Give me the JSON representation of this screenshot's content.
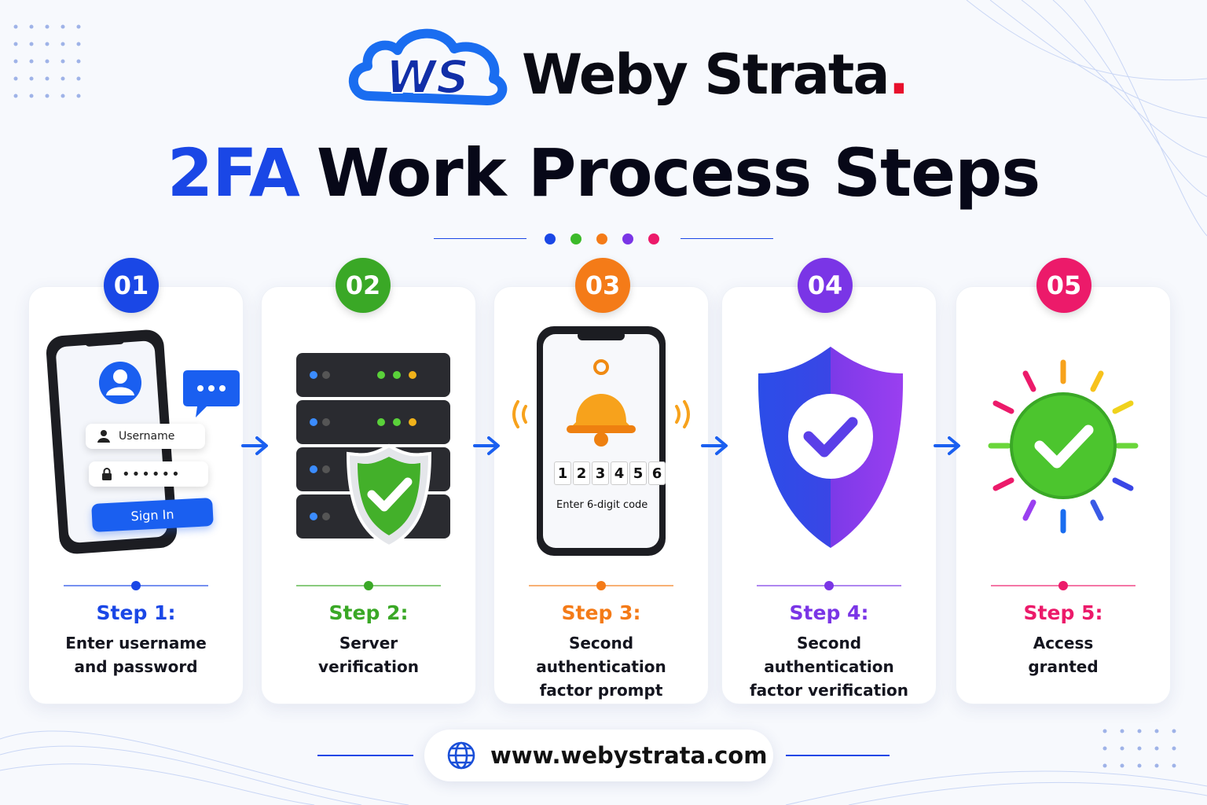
{
  "brand": {
    "logo_text": "WS",
    "name": "Weby Strata",
    "dot": "."
  },
  "title": {
    "accent": "2FA",
    "rest": "Work Process Steps"
  },
  "divider_dots": [
    "#1a47e6",
    "#3cba2a",
    "#f47b18",
    "#7a35e6",
    "#ec1a6a"
  ],
  "steps": [
    {
      "badge": "01",
      "title": "Step 1:",
      "desc": [
        "Enter username",
        "and password"
      ],
      "color": "#1a47e6",
      "icon": "phone-login-icon",
      "mock": {
        "username": "Username",
        "password": "••••••",
        "button": "Sign In"
      }
    },
    {
      "badge": "02",
      "title": "Step 2:",
      "desc": [
        "Server",
        "verification"
      ],
      "color": "#3aa826",
      "icon": "server-shield-icon"
    },
    {
      "badge": "03",
      "title": "Step 3:",
      "desc": [
        "Second authentication",
        "factor prompt"
      ],
      "color": "#f47b18",
      "icon": "phone-bell-icon",
      "mock": {
        "digits": [
          "1",
          "2",
          "3",
          "4",
          "5",
          "6"
        ],
        "label": "Enter 6-digit code"
      }
    },
    {
      "badge": "04",
      "title": "Step 4:",
      "desc": [
        "Second authentication",
        "factor verification"
      ],
      "color": "#7a35e6",
      "icon": "shield-check-icon"
    },
    {
      "badge": "05",
      "title": "Step 5:",
      "desc": [
        "Access",
        "granted"
      ],
      "color": "#ec1a6a",
      "icon": "success-check-icon"
    }
  ],
  "footer": {
    "url": "www.webystrata.com"
  }
}
